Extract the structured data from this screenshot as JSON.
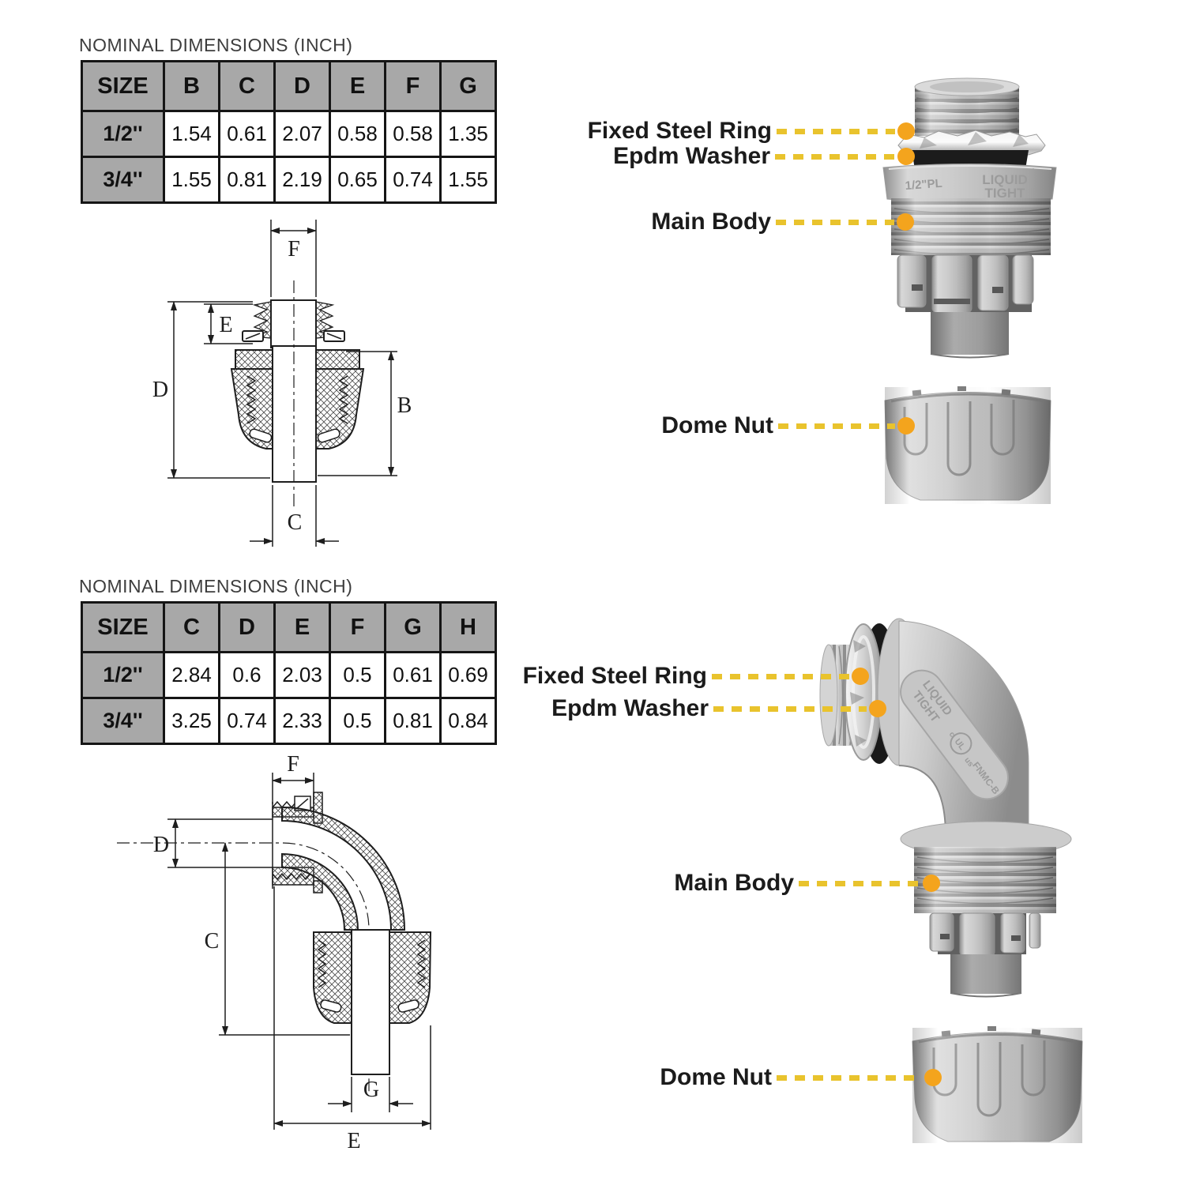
{
  "colors": {
    "accent_dash": "#e9c32d",
    "accent_dot": "#f4a41d",
    "table_header_bg": "#a8a8a8",
    "table_border": "#151515",
    "label_text": "#1b1b1b",
    "title_text": "#3d3d3d",
    "plastic_gray": "#bdbdbd",
    "washer_black": "#1c1c1c"
  },
  "top": {
    "title": "NOMINAL DIMENSIONS (INCH)",
    "table": {
      "headers": [
        "SIZE",
        "B",
        "C",
        "D",
        "E",
        "F",
        "G"
      ],
      "rows": [
        [
          "1/2''",
          "1.54",
          "0.61",
          "2.07",
          "0.58",
          "0.58",
          "1.35"
        ],
        [
          "3/4''",
          "1.55",
          "0.81",
          "2.19",
          "0.65",
          "0.74",
          "1.55"
        ]
      ]
    },
    "drawing": {
      "f": "F",
      "e": "E",
      "d": "D",
      "b": "B",
      "c": "C"
    },
    "callouts": {
      "fixed_steel_ring": "Fixed Steel Ring",
      "epdm_washer": "Epdm Washer",
      "main_body": "Main Body",
      "dome_nut": "Dome Nut"
    },
    "product": {
      "emboss_left": "1/2\"PL",
      "emboss_line1": "LIQUID",
      "emboss_line2": "TIGHT"
    }
  },
  "bottom": {
    "title": "NOMINAL DIMENSIONS (INCH)",
    "table": {
      "headers": [
        "SIZE",
        "C",
        "D",
        "E",
        "F",
        "G",
        "H"
      ],
      "rows": [
        [
          "1/2''",
          "2.84",
          "0.6",
          "2.03",
          "0.5",
          "0.61",
          "0.69"
        ],
        [
          "3/4''",
          "3.25",
          "0.74",
          "2.33",
          "0.5",
          "0.81",
          "0.84"
        ]
      ]
    },
    "drawing": {
      "f": "F",
      "d": "D",
      "c": "C",
      "g": "G",
      "e": "E"
    },
    "callouts": {
      "fixed_steel_ring": "Fixed Steel Ring",
      "epdm_washer": "Epdm Washer",
      "main_body": "Main Body",
      "dome_nut": "Dome Nut"
    },
    "product": {
      "emboss_line1": "LIQUID",
      "emboss_line2": "TIGHT",
      "cert_prefix": "c",
      "ul": "UL",
      "cert_suffix": "us",
      "code": "FNMC-B"
    }
  }
}
